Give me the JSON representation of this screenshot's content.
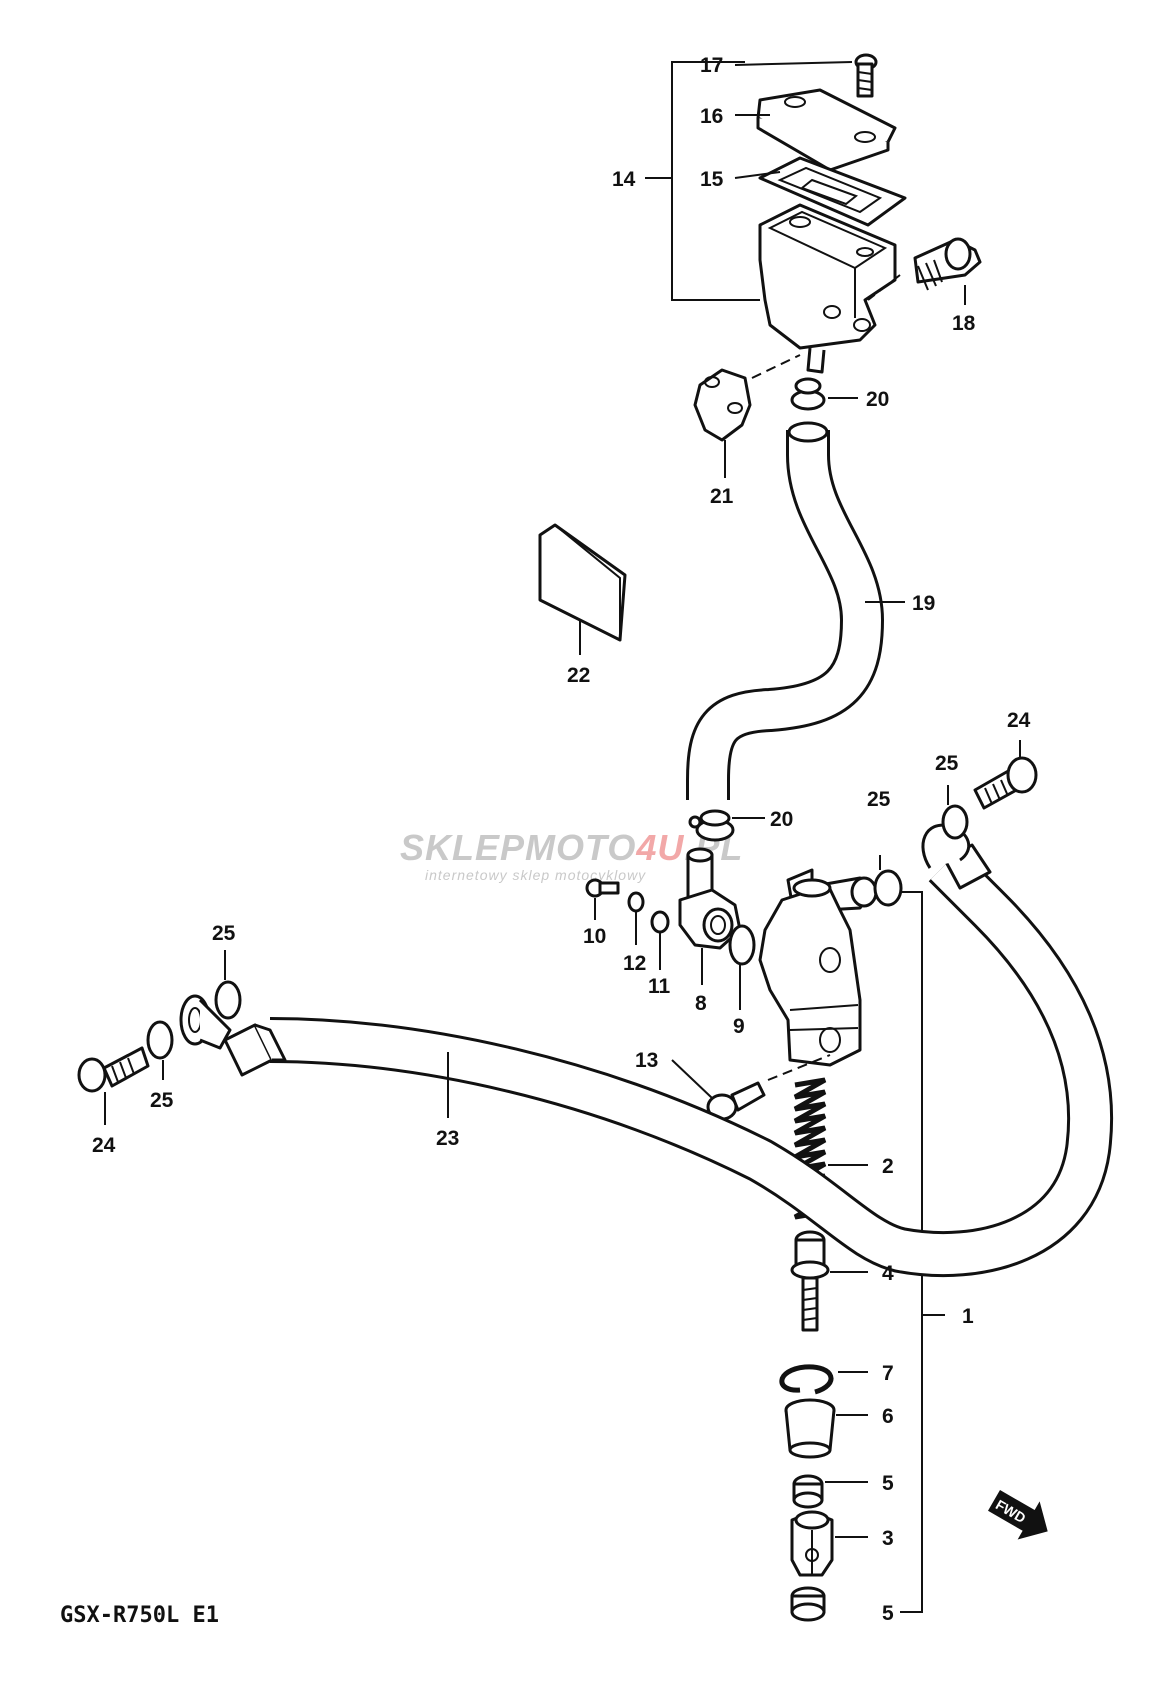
{
  "model_code": "GSX-R750L E1",
  "watermark": {
    "brand_prefix": "SKLEPMOTO",
    "brand_highlight": "4U",
    "brand_suffix": ".PL",
    "tagline": "internetowy sklep motocyklowy"
  },
  "front_arrow_label": "FWD",
  "callouts": {
    "c17": "17",
    "c16": "16",
    "c15": "15",
    "c14": "14",
    "c18": "18",
    "c20a": "20",
    "c21": "21",
    "c19": "19",
    "c22": "22",
    "c20b": "20",
    "c24a": "24",
    "c25a": "25",
    "c25b": "25",
    "c10": "10",
    "c12": "12",
    "c11": "11",
    "c8": "8",
    "c9": "9",
    "c25c": "25",
    "c25d": "25",
    "c24b": "24",
    "c13": "13",
    "c23": "23",
    "c2": "2",
    "c4": "4",
    "c1": "1",
    "c7": "7",
    "c6": "6",
    "c5a": "5",
    "c3": "3",
    "c5b": "5"
  }
}
